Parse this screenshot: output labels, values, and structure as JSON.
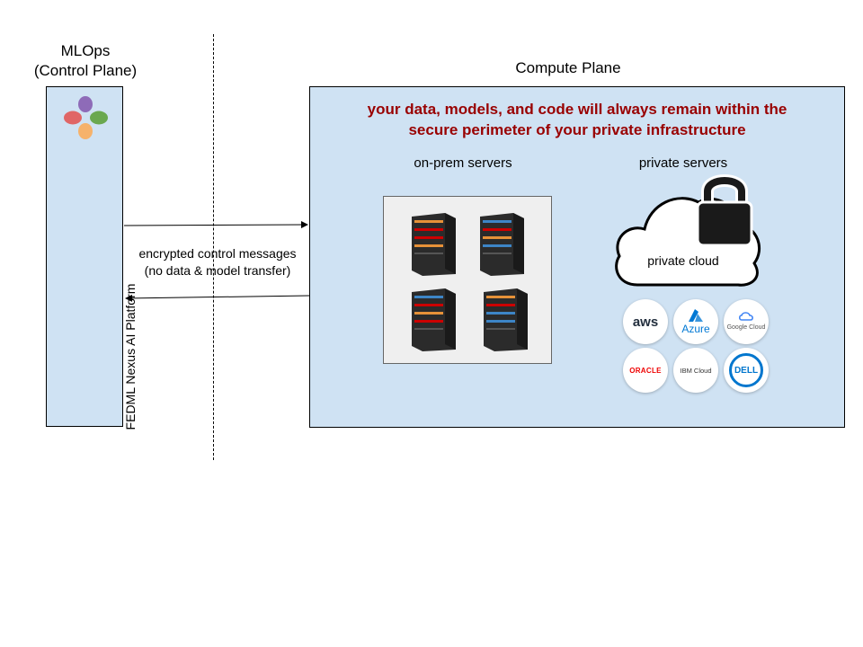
{
  "mlops": {
    "title": "MLOps",
    "subtitle": "(Control Plane)",
    "platform_name": "FEDML Nexus AI Platform"
  },
  "compute": {
    "title": "Compute Plane",
    "headline_line1": "your data, models, and code will always remain within the",
    "headline_line2": "secure perimeter of your private infrastructure",
    "onprem_label": "on-prem servers",
    "private_label": "private servers",
    "cloud_label": "private cloud"
  },
  "connection": {
    "line1": "encrypted control messages",
    "line2": "(no data & model transfer)"
  },
  "providers": [
    {
      "id": "aws",
      "text": "aws"
    },
    {
      "id": "azure",
      "text": "Azure"
    },
    {
      "id": "google",
      "text": "Google Cloud"
    },
    {
      "id": "oracle",
      "text": "ORACLE"
    },
    {
      "id": "ibm",
      "text": "IBM Cloud"
    },
    {
      "id": "dell",
      "text": "DELL"
    }
  ],
  "colors": {
    "panel": "#cfe2f3",
    "headline": "#990000"
  }
}
